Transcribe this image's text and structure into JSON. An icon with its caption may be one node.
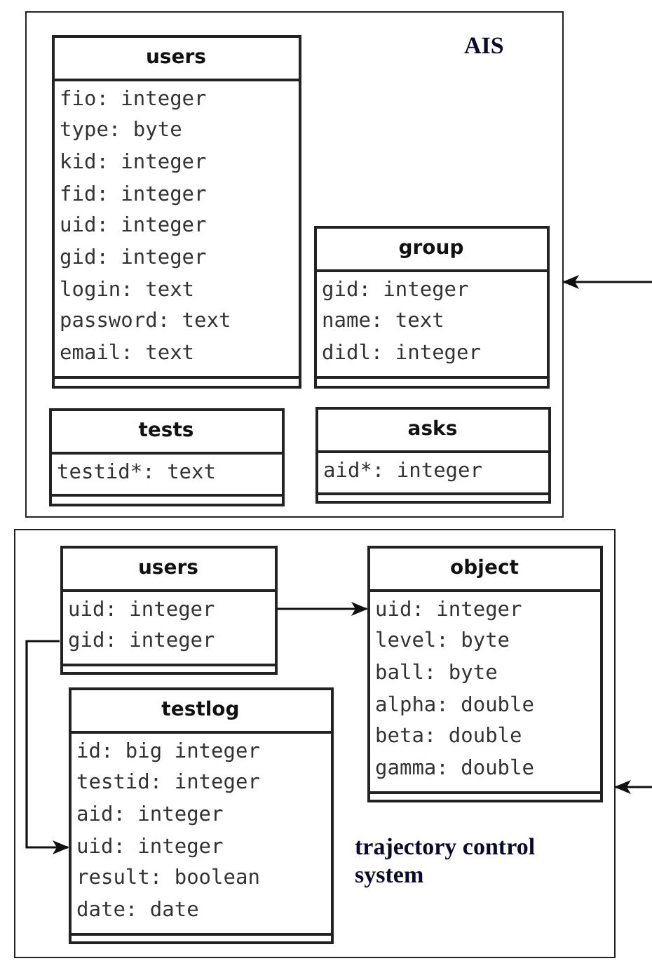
{
  "diagram": {
    "nodes": [
      {
        "text": [
          "AIS"
        ]
      },
      {
        "text": [
          "users",
          "fio: integer",
          "type: byte",
          "kid: integer",
          "fid: integer",
          "uid: integer",
          "gid: integer",
          "login: text",
          "password: text",
          "email: text"
        ],
        "in": 0
      },
      {
        "text": [
          "group",
          "gid: integer",
          "name: text",
          "didl: integer"
        ],
        "in": 0
      },
      {
        "text": [
          "tests",
          "testid*: text"
        ],
        "in": 0
      },
      {
        "text": [
          "asks",
          "aid*: integer"
        ],
        "in": 0
      },
      {
        "text": [
          "trajectory control system"
        ]
      },
      {
        "text": [
          "users",
          "uid: integer",
          "gid: integer"
        ],
        "in": 5
      },
      {
        "text": [
          "object",
          "uid: integer",
          "level: byte",
          "ball: byte",
          "alpha: double",
          "beta: double",
          "gamma: double"
        ],
        "in": 5
      },
      {
        "text": [
          "testlog",
          "id: big integer",
          "testid: integer",
          "aid: integer",
          "uid: integer",
          "result: boolean",
          "date: date"
        ],
        "in": 5
      }
    ],
    "edges": [
      {
        "from": null,
        "to": 0,
        "arrow": "to"
      },
      {
        "from": 6,
        "to": 7,
        "arrow": "to"
      },
      {
        "from": 6,
        "to": 8,
        "arrow": "to"
      },
      {
        "from": null,
        "to": 5,
        "arrow": "to"
      }
    ]
  }
}
